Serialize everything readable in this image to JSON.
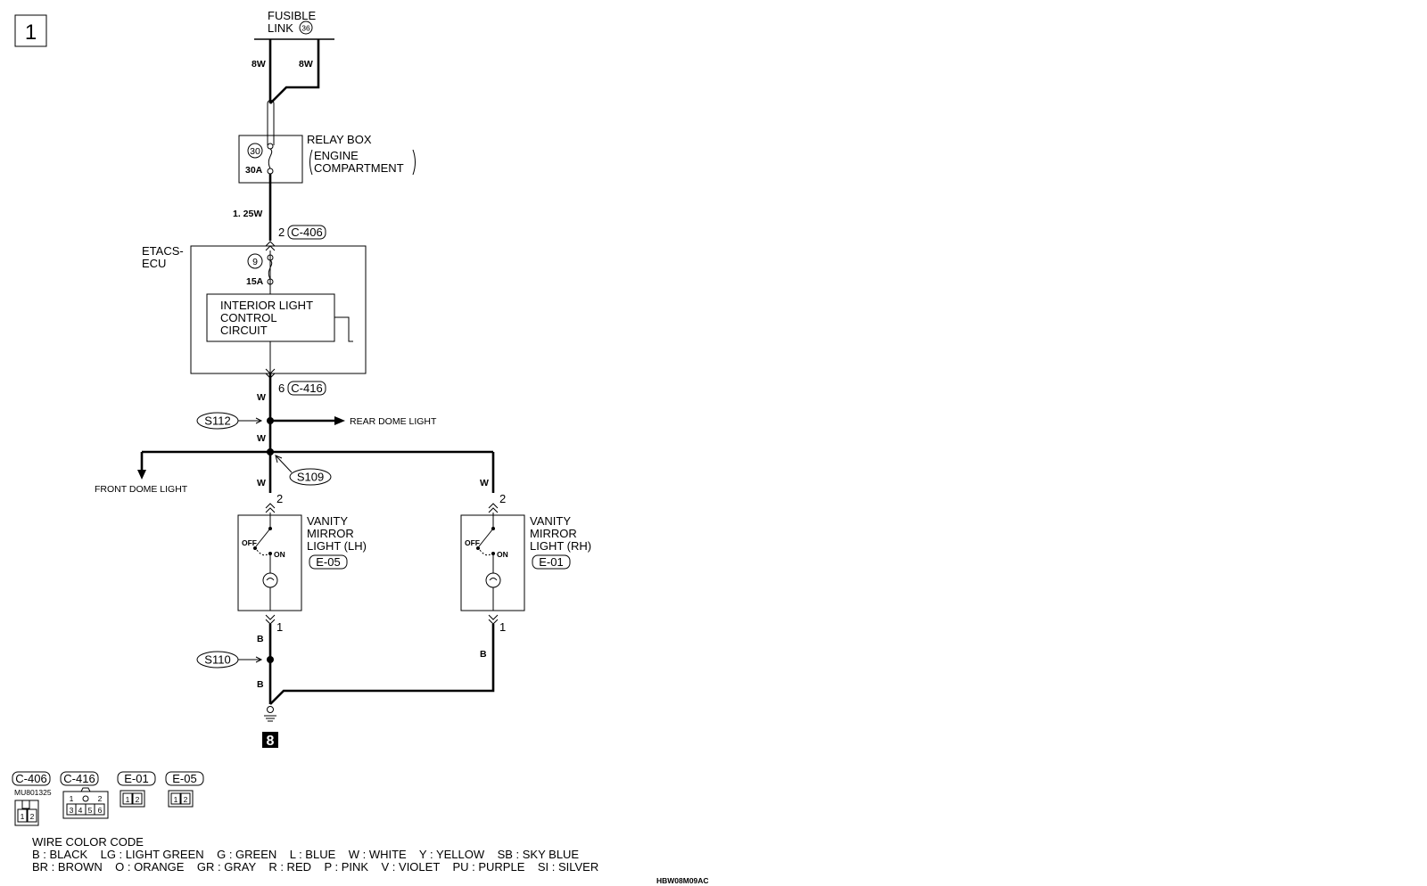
{
  "sheet": {
    "number": "1",
    "code": "HBW08M09AC"
  },
  "fusible_link": {
    "line1": "FUSIBLE",
    "line2": "LINK",
    "number": "36",
    "wire_left": "8W",
    "wire_right": "8W"
  },
  "relay_box": {
    "title": "RELAY BOX",
    "sub1": "ENGINE",
    "sub2": "COMPARTMENT",
    "fuse_number": "30",
    "fuse_rating": "30A",
    "out_wire": "1. 25W"
  },
  "etacs": {
    "title1": "ETACS-",
    "title2": "ECU",
    "in_pin": "2",
    "in_connector": "C-406",
    "fuse_number": "9",
    "fuse_rating": "15A",
    "circuit1": "INTERIOR LIGHT",
    "circuit2": "CONTROL",
    "circuit3": "CIRCUIT",
    "out_pin": "6",
    "out_connector": "C-416"
  },
  "splices": {
    "s112": "S112",
    "s109": "S109",
    "s110": "S110"
  },
  "wires": {
    "w1": "W",
    "w2": "W",
    "w3": "W",
    "w4": "W",
    "b1": "B",
    "b2": "B",
    "b3": "B"
  },
  "labels": {
    "rear_dome": "REAR DOME LIGHT",
    "front_dome": "FRONT DOME LIGHT"
  },
  "vanity_lh": {
    "line1": "VANITY",
    "line2": "MIRROR",
    "line3": "LIGHT (LH)",
    "connector": "E-05",
    "pin_in": "2",
    "pin_out": "1",
    "off": "OFF",
    "on": "ON"
  },
  "vanity_rh": {
    "line1": "VANITY",
    "line2": "MIRROR",
    "line3": "LIGHT (RH)",
    "connector": "E-01",
    "pin_in": "2",
    "pin_out": "1",
    "off": "OFF",
    "on": "ON"
  },
  "ground": {
    "number": "8"
  },
  "connectors": {
    "c406": {
      "label": "C-406",
      "part": "MU801325",
      "pins": [
        "1",
        "2"
      ]
    },
    "c416": {
      "label": "C-416",
      "pins": [
        "1",
        "2",
        "3",
        "4",
        "5",
        "6"
      ]
    },
    "e01": {
      "label": "E-01",
      "pins": [
        "1",
        "2"
      ]
    },
    "e05": {
      "label": "E-05",
      "pins": [
        "1",
        "2"
      ]
    }
  },
  "color_code": {
    "title": "WIRE COLOR CODE",
    "line1": "B : BLACK    LG : LIGHT GREEN    G : GREEN    L : BLUE    W : WHITE    Y : YELLOW    SB : SKY BLUE",
    "line2": "BR : BROWN    O : ORANGE    GR : GRAY    R : RED    P : PINK    V : VIOLET    PU : PURPLE    SI : SILVER"
  }
}
